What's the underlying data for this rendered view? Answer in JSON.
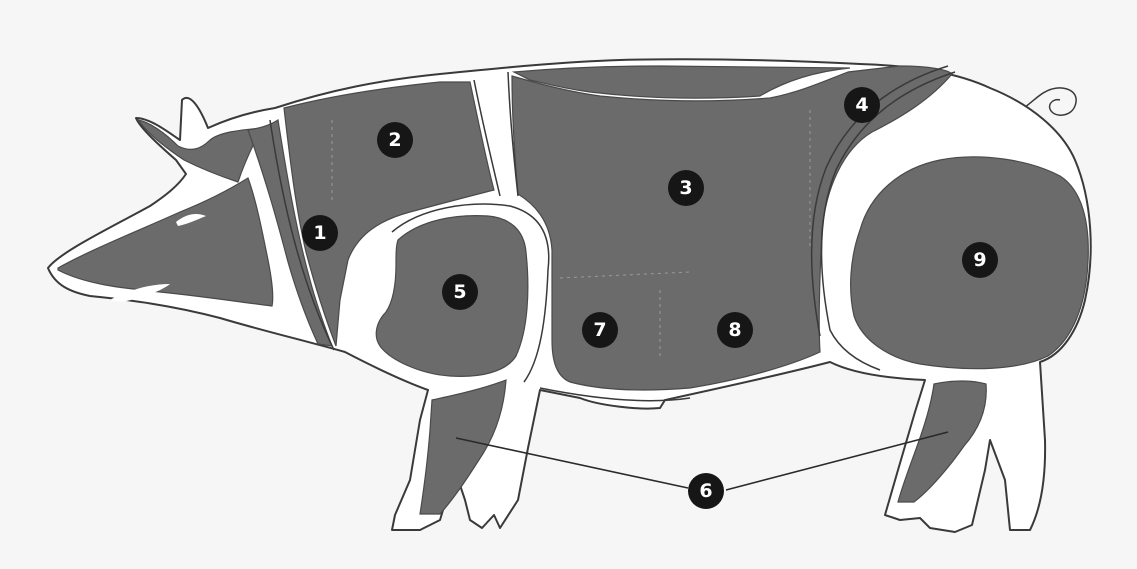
{
  "colors": {
    "background": "#f6f6f6",
    "body_fill": "#ffffff",
    "cut_fill": "#6b6b6b",
    "outline": "#3a3a3a",
    "marker_fill": "#161616",
    "marker_text": "#ffffff"
  },
  "markers": [
    {
      "id": "1",
      "label": "1"
    },
    {
      "id": "2",
      "label": "2"
    },
    {
      "id": "3",
      "label": "3"
    },
    {
      "id": "4",
      "label": "4"
    },
    {
      "id": "5",
      "label": "5"
    },
    {
      "id": "6",
      "label": "6"
    },
    {
      "id": "7",
      "label": "7"
    },
    {
      "id": "8",
      "label": "8"
    },
    {
      "id": "9",
      "label": "9"
    }
  ]
}
